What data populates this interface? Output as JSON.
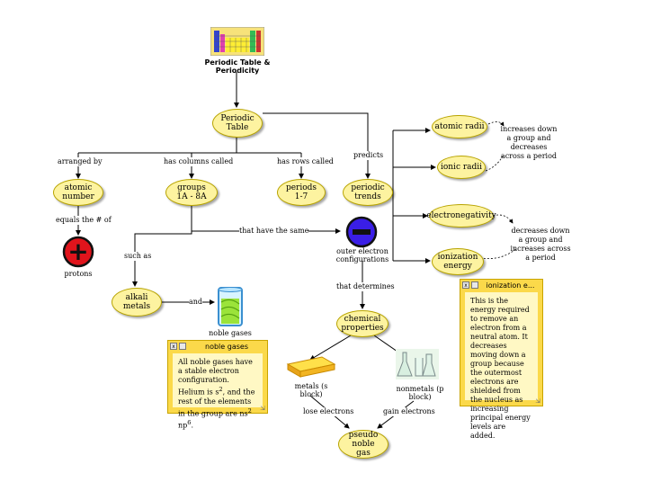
{
  "map": {
    "title": "Periodic Table & Periodicity",
    "periodic_table": "Periodic Table",
    "arranged_by": "arranged by",
    "atomic_number": "atomic number",
    "equals_number_of": "equals the # of",
    "protons": "protons",
    "has_columns_called": "has columns called",
    "groups": "groups 1A - 8A",
    "has_rows_called": "has rows called",
    "periods": "periods 1-7",
    "predicts": "predicts",
    "periodic_trends": "periodic trends",
    "that_have_the_same": "that have the same",
    "outer_electron_configurations": "outer electron configurations",
    "such_as": "such as",
    "alkali_metals": "alkali metals",
    "and": "and",
    "noble_gases": "noble gases",
    "that_determines": "that determines",
    "chemical_properties": "chemical properties",
    "metals": "metals (s block)",
    "nonmetals": "nonmetals (p block)",
    "lose_electrons": "lose electrons",
    "gain_electrons": "gain electrons",
    "pseudo_noble_gas": "pseudo noble gas",
    "atomic_radii": "atomic radii",
    "ionic_radii": "ionic radii",
    "electronegativity": "electronegativity",
    "ionization_energy": "ionization energy",
    "radii_trend": "increases down a group and decreases across a period",
    "ionization_trend": "decreases down a group and increases across a period"
  },
  "notes": {
    "noble": {
      "title": "noble gases",
      "line1": "All noble gases have a stable electron configuration.",
      "line2a": "Helium is s",
      "line2sup": "2",
      "line2b": ", and the rest of the elements in the group are ns",
      "line2sup2": "2",
      "line2c": " np",
      "line2sup3": "6",
      "line2d": "."
    },
    "ionization": {
      "title": "ionization e...",
      "body": "This is the energy required to remove an electron from a neutral atom. It decreases moving down a group because the outermost electrons are shielded from the nucleus as increasing principal energy levels are added."
    }
  },
  "icons": {
    "plus_symbol": "+",
    "minus_symbol": "−",
    "note_close": "x",
    "note_resize": "⇲"
  },
  "colors": {
    "node_fill": "#fdf3a0",
    "note_fill": "#fbd94a",
    "proton_red": "#e0141c",
    "electron_blue": "#3a1ee6"
  }
}
